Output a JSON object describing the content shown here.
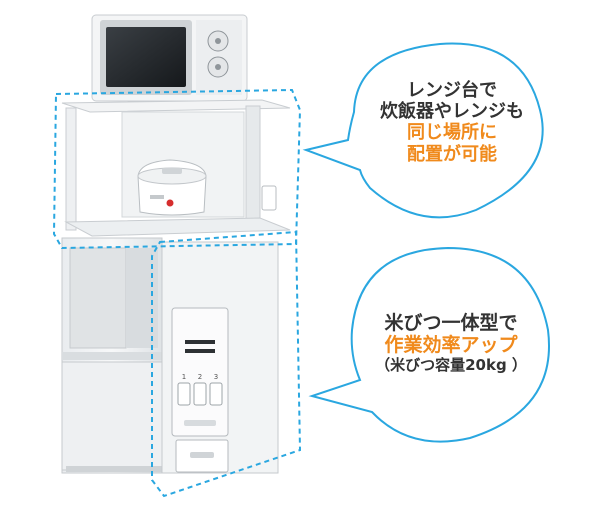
{
  "callout_top": {
    "line1": "レンジ台で",
    "line2": "炊飯器やレンジも",
    "highlight1": "同じ場所に",
    "highlight2": "配置が可能"
  },
  "callout_bottom": {
    "line1": "米びつ一体型で",
    "highlight": "作業効率アップ",
    "note": "（米びつ容量20kg ）"
  },
  "rice_dispenser": {
    "buttons": [
      "1",
      "2",
      "3"
    ]
  },
  "colors": {
    "accent_blue": "#2aa7e0",
    "highlight_orange": "#f08a1c",
    "text_dark": "#333333"
  }
}
